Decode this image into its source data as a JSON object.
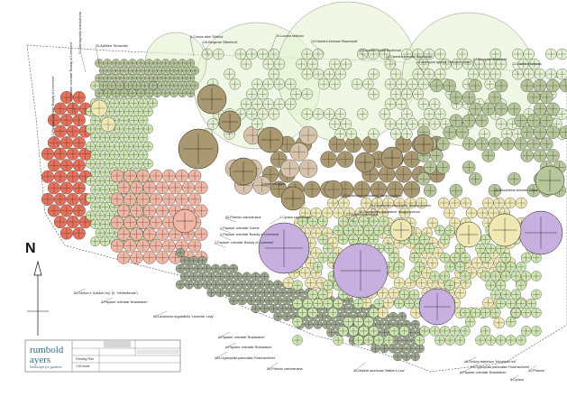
{
  "colors": {
    "green": "#cfe7b0",
    "pale_green": "#e4f2cf",
    "brown": "#a99870",
    "salmon": "#f2b6a4",
    "red": "#e7705a",
    "purple": "#c7afe0",
    "cream": "#f1e9b4",
    "sage": "#b8c79a",
    "gray": "#9ea88f",
    "line": "#222222",
    "brand": "#2f6f8a"
  },
  "north_label": "N",
  "plant_labels": [
    {
      "text": "20-Achillea 'Terracotta'"
    },
    {
      "text": "6-Cornus alba 'Sibirica'"
    },
    {
      "text": "128-Bergenia 'Silberlicht'"
    },
    {
      "text": "20-Lunaria rediviva"
    },
    {
      "text": "13-Dicentra formosa 'Bacchanal'"
    },
    {
      "text": "12-Dicentra 'Stuart Boothman'"
    },
    {
      "text": "14-Dicentra formosa 'Bacchanal'"
    },
    {
      "text": "24-Anemone hybrida 'Honorine Jobert'"
    },
    {
      "text": "67-Bergenia 'Silberlicht'"
    },
    {
      "text": "12-Dicentra formosa"
    },
    {
      "text": "3-Calamagrostis brachytricha"
    },
    {
      "text": "3-Papaver orientale 'Beauty of Livermere'"
    },
    {
      "text": "2-Papaver orientale 'Beauty of Livermere'"
    },
    {
      "text": "2-Angelica gigas"
    },
    {
      "text": "3-Eupatorium maculatum 'Atropurpureum'"
    },
    {
      "text": "16-Eupatorium maculatum 'Atropurpureum'"
    },
    {
      "text": "10-Eupatorium maculatum 'Atropurpureum'"
    },
    {
      "text": "10-Miscanthus sinensis 'China'"
    },
    {
      "text": "1-Cynara cardunculus"
    },
    {
      "text": "2-Cynara cardunculus"
    },
    {
      "text": "52-Phlomis cashmeriana"
    },
    {
      "text": "1-Papaver orientale 'Karine'"
    },
    {
      "text": "2-Papaver orientale 'Beauty of Livermere'"
    },
    {
      "text": "2-Papaver orientale 'Beauty of Livermere'"
    },
    {
      "text": "21-Sedum x 'Autumn Joy' (S. 'Herbstfreude')"
    },
    {
      "text": "2-Papaver orientale 'Bracteatum'"
    },
    {
      "text": "23-Lavandula angustifolia 'Lavender Lady'"
    },
    {
      "text": "4-Papaver orientale 'Bracteatum'"
    },
    {
      "text": "4-Papaver orientale 'Bracteatum'"
    },
    {
      "text": "104-Gypsophila paniculata 'Rosenschleier'"
    },
    {
      "text": "34-Phlomis cashmeriana"
    },
    {
      "text": "10-Nepeta racemosa 'Walker's Low'"
    },
    {
      "text": "10-Sedum telephium 'Munstead red'"
    },
    {
      "text": "24-Gypsophila paniculata 'Rosenschleier'"
    },
    {
      "text": "4-Papaver orientale 'Bracteatum'"
    },
    {
      "text": "12-Phlomis"
    },
    {
      "text": "5-Cynara"
    }
  ],
  "title_block": {
    "brand_line1": "rumbold",
    "brand_line2": "ayers",
    "tagline": "landscape for gardens",
    "rows": [
      "Planting Plan",
      "1:50 scale"
    ]
  }
}
